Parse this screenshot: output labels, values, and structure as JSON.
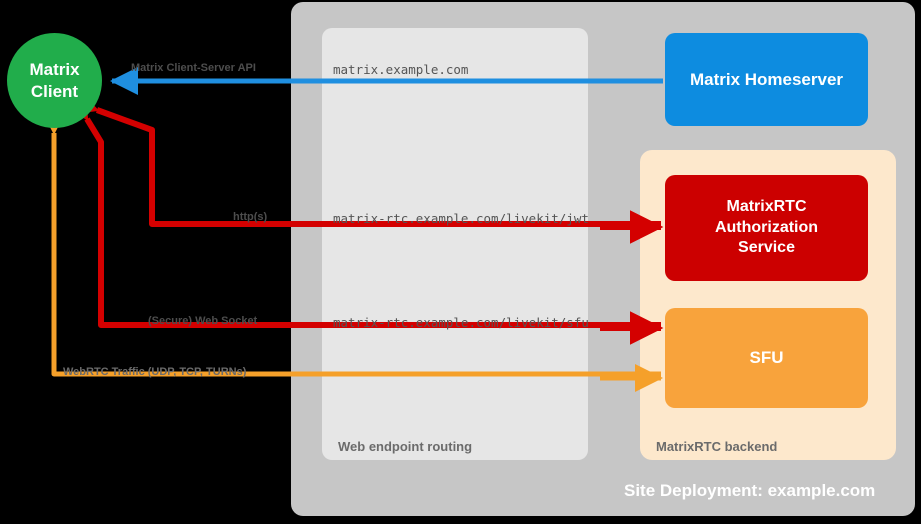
{
  "diagram": {
    "site_deployment_label": "Site Deployment: example.com",
    "web_endpoint_label": "Web endpoint routing",
    "matrixrtc_backend_label": "MatrixRTC backend"
  },
  "nodes": {
    "client": {
      "line1": "Matrix",
      "line2": "Client",
      "color": "#21ad4b"
    },
    "homeserver": {
      "label": "Matrix Homeserver",
      "color": "#0d8ce0"
    },
    "auth_service": {
      "line1": "MatrixRTC",
      "line2": "Authorization",
      "line3": "Service",
      "color": "#cc0000"
    },
    "sfu": {
      "label": "SFU",
      "color": "#f8a33c"
    }
  },
  "edges": [
    {
      "id": "cs-api",
      "protocol_label": "Matrix Client-Server API",
      "endpoint_label": "matrix.example.com",
      "color": "#1f8fe0",
      "from": "homeserver",
      "to": "client"
    },
    {
      "id": "jwt",
      "protocol_label": "http(s)",
      "endpoint_label": "matrix-rtc.example.com/livekit/jwt",
      "color": "#d40000",
      "from": "client",
      "to": "auth_service"
    },
    {
      "id": "sfu-ws",
      "protocol_label": "(Secure) Web Socket",
      "endpoint_label": "matrix-rtc.example.com/livekit/sfu",
      "color": "#d40000",
      "from": "client",
      "to": "sfu"
    },
    {
      "id": "webrtc",
      "protocol_label": "WebRTC Traffic (UDP, TCP, TURNs)",
      "endpoint_label": "",
      "color": "#f5a02a",
      "from": "client",
      "to": "sfu"
    }
  ],
  "colors": {
    "background": "#000000",
    "site_container": "#c6c6c6",
    "web_endpoint_container": "#e6e6e6",
    "rtc_container": "#fde8cc",
    "caption_text": "#6b6b6b"
  }
}
